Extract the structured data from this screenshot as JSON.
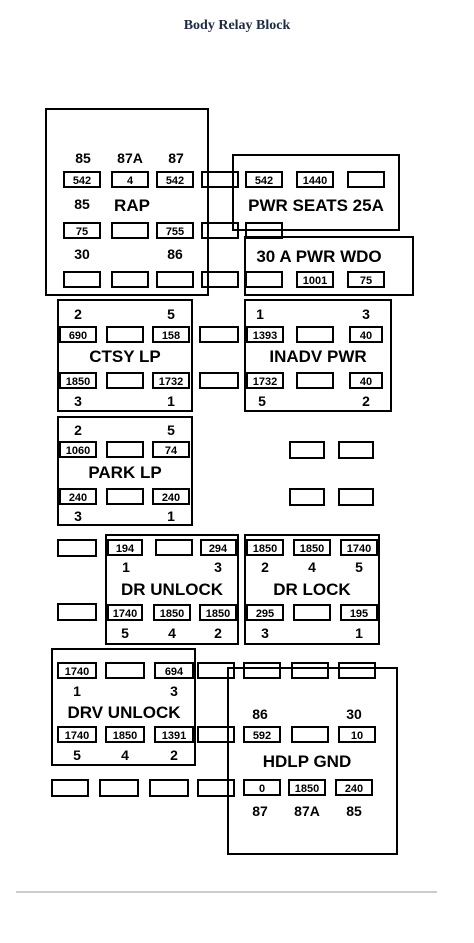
{
  "title": "Body Relay Block",
  "relays": {
    "rap": {
      "label": "RAP",
      "pins": {
        "top_left": "85",
        "top_mid": "87A",
        "top_right": "87",
        "mid_left": "85",
        "bot_left": "30",
        "bot_right": "86"
      },
      "wires": {
        "top_left": "542",
        "top_mid": "4",
        "top_right": "542",
        "bot_left": "75",
        "bot_right": "755"
      }
    },
    "pwr_seats": {
      "label": "PWR SEATS 25A",
      "wires": {
        "left": "542",
        "mid": "1440"
      }
    },
    "pwr_wdo": {
      "label": "30 A PWR WDO",
      "wires": {
        "mid": "1001",
        "right": "75"
      }
    },
    "ctsy_lp": {
      "label": "CTSY LP",
      "pins": {
        "top_left": "2",
        "top_right": "5",
        "bot_left": "3",
        "bot_right": "1"
      },
      "wires": {
        "top_left": "690",
        "top_right": "158",
        "bot_left": "1850",
        "bot_right": "1732"
      }
    },
    "inadv_pwr": {
      "label": "INADV PWR",
      "pins": {
        "top_left": "1",
        "top_right": "3",
        "bot_left": "5",
        "bot_right": "2"
      },
      "wires": {
        "top_left": "1393",
        "top_right": "40",
        "bot_left": "1732",
        "bot_right": "40"
      }
    },
    "park_lp": {
      "label": "PARK LP",
      "pins": {
        "top_left": "2",
        "top_right": "5",
        "bot_left": "3",
        "bot_right": "1"
      },
      "wires": {
        "top_left": "1060",
        "top_right": "74",
        "bot_left": "240",
        "bot_right": "240"
      }
    },
    "dr_unlock": {
      "label": "DR UNLOCK",
      "pins": {
        "top_left": "1",
        "top_right": "3",
        "bot_left": "5",
        "bot_mid": "4",
        "bot_right": "2"
      },
      "wires": {
        "top_left": "194",
        "top_right": "294",
        "bot_left": "1740",
        "bot_mid": "1850",
        "bot_right": "1850"
      }
    },
    "dr_lock": {
      "label": "DR LOCK",
      "pins": {
        "top_left": "2",
        "top_mid": "4",
        "top_right": "5",
        "bot_left": "3",
        "bot_right": "1"
      },
      "wires": {
        "top_left": "1850",
        "top_mid": "1850",
        "top_right": "1740",
        "bot_left": "295",
        "bot_right": "195"
      }
    },
    "drv_unlock": {
      "label": "DRV UNLOCK",
      "pins": {
        "top_left": "1",
        "top_right": "3",
        "bot_left": "5",
        "bot_mid": "4",
        "bot_right": "2"
      },
      "wires": {
        "top_left": "1740",
        "top_right": "694",
        "bot_left": "1740",
        "bot_mid": "1850",
        "bot_right": "1391"
      }
    },
    "hdlp_gnd": {
      "label": "HDLP GND",
      "pins": {
        "top_left": "86",
        "top_right": "30",
        "bot_left": "87",
        "bot_mid": "87A",
        "bot_right": "85"
      },
      "wires": {
        "top_left": "592",
        "top_right": "10",
        "bot_left": "0",
        "bot_mid": "1850",
        "bot_right": "240"
      }
    }
  }
}
